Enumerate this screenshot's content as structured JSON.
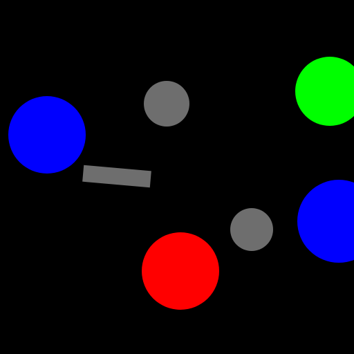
{
  "scene": {
    "background": "#000000",
    "colors": {
      "blue": "#0000ff",
      "green": "#00ff00",
      "red": "#ff0000",
      "gray": "#6e6e6e"
    },
    "objects": [
      {
        "name": "blue-ball-left",
        "shape": "circle",
        "color": "blue"
      },
      {
        "name": "blue-ball-right",
        "shape": "circle",
        "color": "blue"
      },
      {
        "name": "green-ball",
        "shape": "circle",
        "color": "green"
      },
      {
        "name": "red-ball",
        "shape": "circle",
        "color": "red"
      },
      {
        "name": "gray-ball-top",
        "shape": "circle",
        "color": "gray"
      },
      {
        "name": "gray-ball-middle",
        "shape": "circle",
        "color": "gray"
      },
      {
        "name": "gray-bar",
        "shape": "bar",
        "color": "gray"
      }
    ]
  }
}
